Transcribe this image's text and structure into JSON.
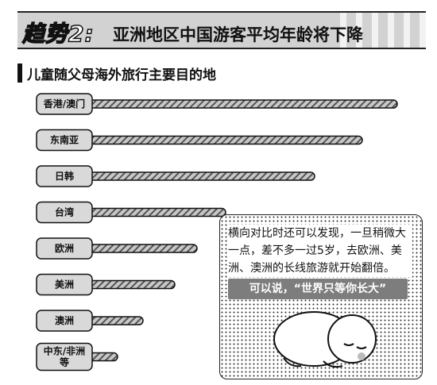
{
  "header": {
    "trend_label": "趋势2:",
    "title": "亚洲地区中国游客平均年龄将下降"
  },
  "section": {
    "title": "儿童随父母海外旅行主要目的地"
  },
  "chart_data": {
    "type": "bar",
    "title": "儿童随父母海外旅行主要目的地",
    "categories": [
      "香港/澳门",
      "东南亚",
      "日韩",
      "台湾",
      "欧洲",
      "美洲",
      "澳洲",
      "中东/非洲等"
    ],
    "category_labels": [
      [
        "香港/澳门"
      ],
      [
        "东南亚"
      ],
      [
        "日韩"
      ],
      [
        "台湾"
      ],
      [
        "欧洲"
      ],
      [
        "美洲"
      ],
      [
        "澳洲"
      ],
      [
        "中东/非洲",
        "等"
      ]
    ],
    "values": [
      100,
      89,
      74,
      46,
      37,
      30,
      20,
      12
    ],
    "value_unit": "relative bar length (no scale printed)",
    "xlabel": "",
    "ylabel": "",
    "ylim": [
      0,
      100
    ],
    "grid": false,
    "legend": "none"
  },
  "callout": {
    "text": "横向对比时还可以发现，一旦稍微大一点，差不多一过5岁，去欧洲、美洲、澳洲的长线旅游就开始翻倍。",
    "quote": "可以说，“世界只等你长大”"
  },
  "colors": {
    "bar_fill": "#c8c8c8",
    "bar_stripe": "#555555",
    "label_box": "#d9d9d9",
    "header_bg": "#d2d2d2",
    "quote_bg": "#7d7d7d"
  }
}
